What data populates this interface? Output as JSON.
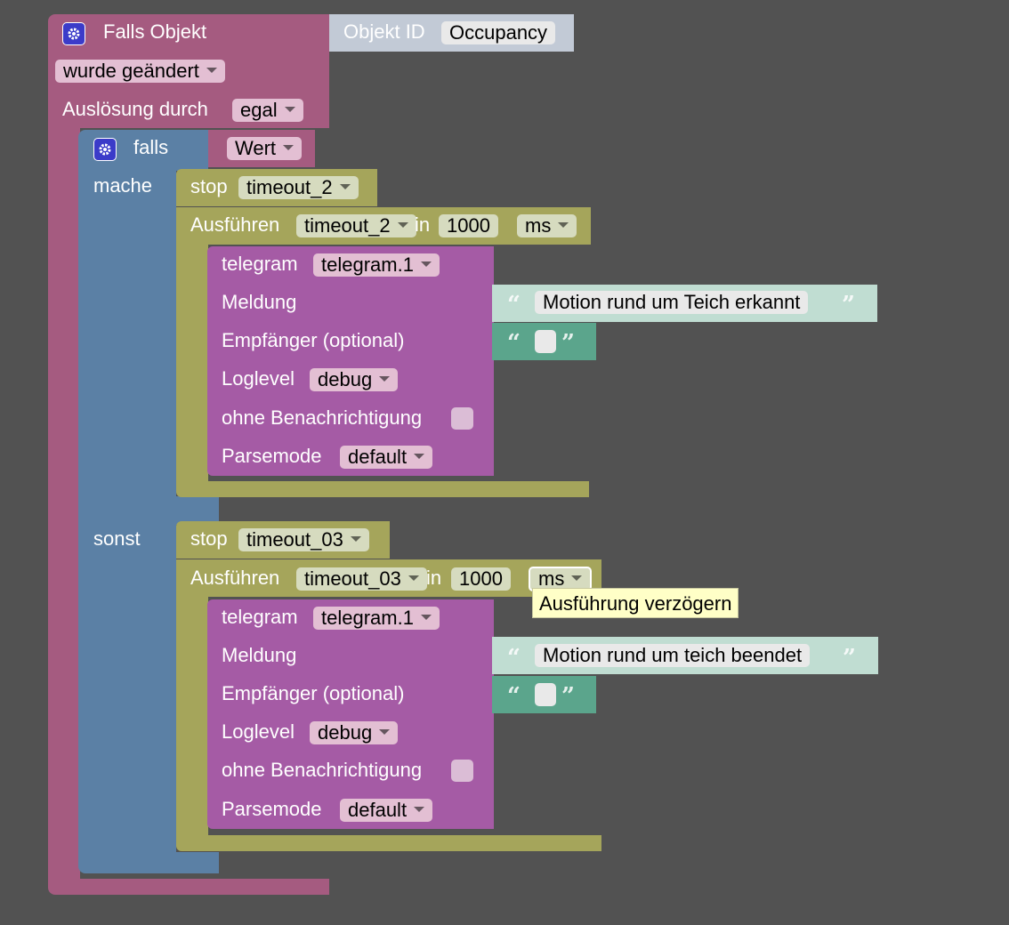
{
  "event_block": {
    "title": "Falls Objekt",
    "object_id_label": "Objekt ID",
    "object_id_value": "Occupancy",
    "change_mode": "wurde geändert",
    "trigger_label": "Auslösung durch",
    "trigger_value": "egal"
  },
  "if_block": {
    "if_label": "falls",
    "condition_value": "Wert",
    "do_label": "mache",
    "else_label": "sonst"
  },
  "then_branch": {
    "stop_label": "stop",
    "stop_timeout": "timeout_2",
    "run_label": "Ausführen",
    "run_timeout": "timeout_2",
    "in_label": "in",
    "delay": "1000",
    "unit": "ms",
    "telegram": {
      "label": "telegram",
      "instance": "telegram.1",
      "message_label": "Meldung",
      "message": "Motion rund um Teich erkannt",
      "recipient_label": "Empfänger (optional)",
      "recipient": "",
      "loglevel_label": "Loglevel",
      "loglevel": "debug",
      "silent_label": "ohne Benachrichtigung",
      "parsemode_label": "Parsemode",
      "parsemode": "default"
    }
  },
  "else_branch": {
    "stop_label": "stop",
    "stop_timeout": "timeout_03",
    "run_label": "Ausführen",
    "run_timeout": "timeout_03",
    "in_label": "in",
    "delay": "1000",
    "unit": "ms",
    "tooltip": "Ausführung verzögern",
    "telegram": {
      "label": "telegram",
      "instance": "telegram.1",
      "message_label": "Meldung",
      "message": "Motion rund um teich beendet",
      "recipient_label": "Empfänger (optional)",
      "recipient": "",
      "loglevel_label": "Loglevel",
      "loglevel": "debug",
      "silent_label": "ohne Benachrichtigung",
      "parsemode_label": "Parsemode",
      "parsemode": "default"
    }
  },
  "colors": {
    "background": "#525252",
    "event_block": "#a55b80",
    "logic_block": "#5b80a5",
    "timeout_block": "#a5a55b",
    "telegram_block": "#a55ba5",
    "text_block": "#c0ddd2",
    "empty_text_block": "#5ba58c"
  }
}
